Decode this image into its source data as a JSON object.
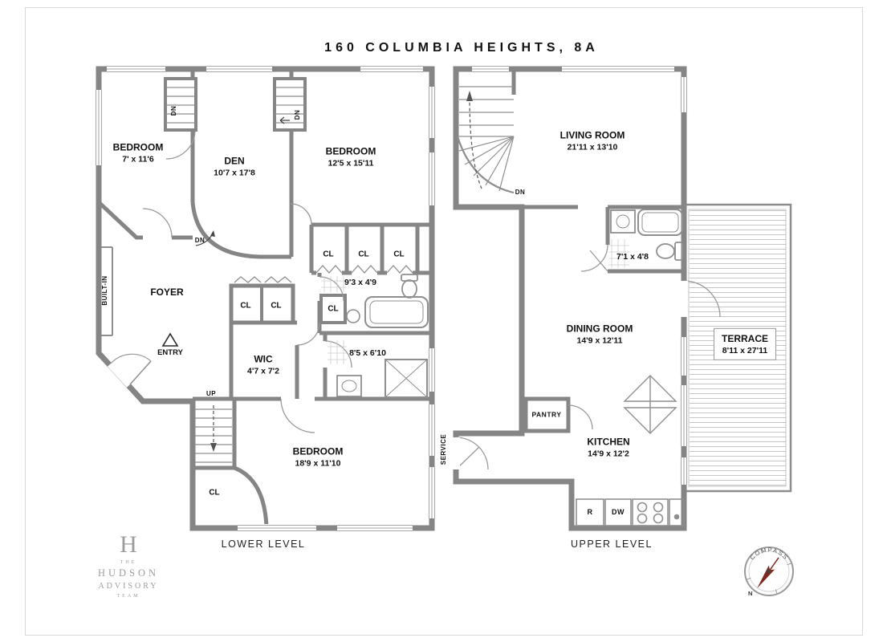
{
  "title": "160 COLUMBIA HEIGHTS, 8A",
  "lower": {
    "caption": "LOWER LEVEL",
    "bedroom1": {
      "name": "BEDROOM",
      "dims": "7' x 11'6"
    },
    "den": {
      "name": "DEN",
      "dims": "10'7 x 17'8"
    },
    "bedroom2": {
      "name": "BEDROOM",
      "dims": "12'5 x 15'11"
    },
    "bath1": {
      "dims": "9'3 x 4'9"
    },
    "foyer": "FOYER",
    "wic": {
      "name": "WIC",
      "dims": "4'7 x 7'2"
    },
    "bath2": {
      "dims": "8'5 x 6'10"
    },
    "bedroom3": {
      "name": "BEDROOM",
      "dims": "18'9 x 11'10"
    },
    "cl": "CL",
    "entry": "ENTRY",
    "built_in": "BUILT-IN",
    "up": "UP",
    "dn": "DN"
  },
  "upper": {
    "caption": "UPPER LEVEL",
    "living": {
      "name": "LIVING ROOM",
      "dims": "21'11 x 13'10"
    },
    "bath": {
      "dims": "7'1 x 4'8"
    },
    "dining": {
      "name": "DINING ROOM",
      "dims": "14'9 x 12'11"
    },
    "terrace": {
      "name": "TERRACE",
      "dims": "8'11 x 27'11"
    },
    "pantry": "PANTRY",
    "kitchen": {
      "name": "KITCHEN",
      "dims": "14'9 x 12'2"
    },
    "service": "SERVICE",
    "fridge": "R",
    "dw": "DW",
    "dn": "DN"
  },
  "logo": {
    "monogram": "H",
    "the": "THE",
    "hudson": "HUDSON",
    "advisory": "ADVISORY",
    "team": "TEAM"
  },
  "compass": {
    "label": "COMPASS",
    "north": "N"
  },
  "colors": {
    "wall": "#858585",
    "thin": "#8f8f8f",
    "text": "#111111"
  }
}
